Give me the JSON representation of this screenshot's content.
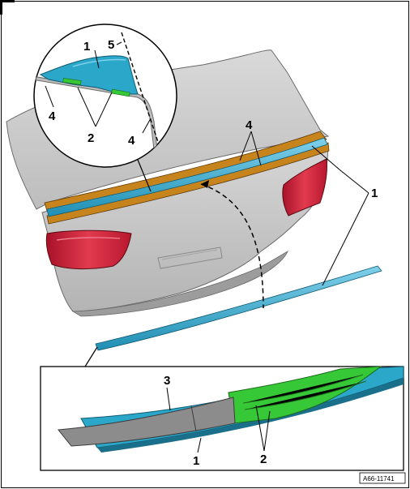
{
  "labels": {
    "detail_top_1": "1",
    "detail_top_5": "5",
    "detail_top_4_left": "4",
    "detail_top_2": "2",
    "detail_top_4_right": "4",
    "main_4": "4",
    "main_1": "1",
    "detail_bottom_3": "3",
    "detail_bottom_1": "1",
    "detail_bottom_2": "2"
  },
  "figure_id": "A66-11741",
  "colors": {
    "strip_blue": "#2aa7c9",
    "tape_orange": "#c8841c",
    "adhesive_green": "#37c837",
    "tail_light_red": "#d4283c",
    "body_gray": "#cfcfcf",
    "film_gray": "#8c8c8c"
  }
}
